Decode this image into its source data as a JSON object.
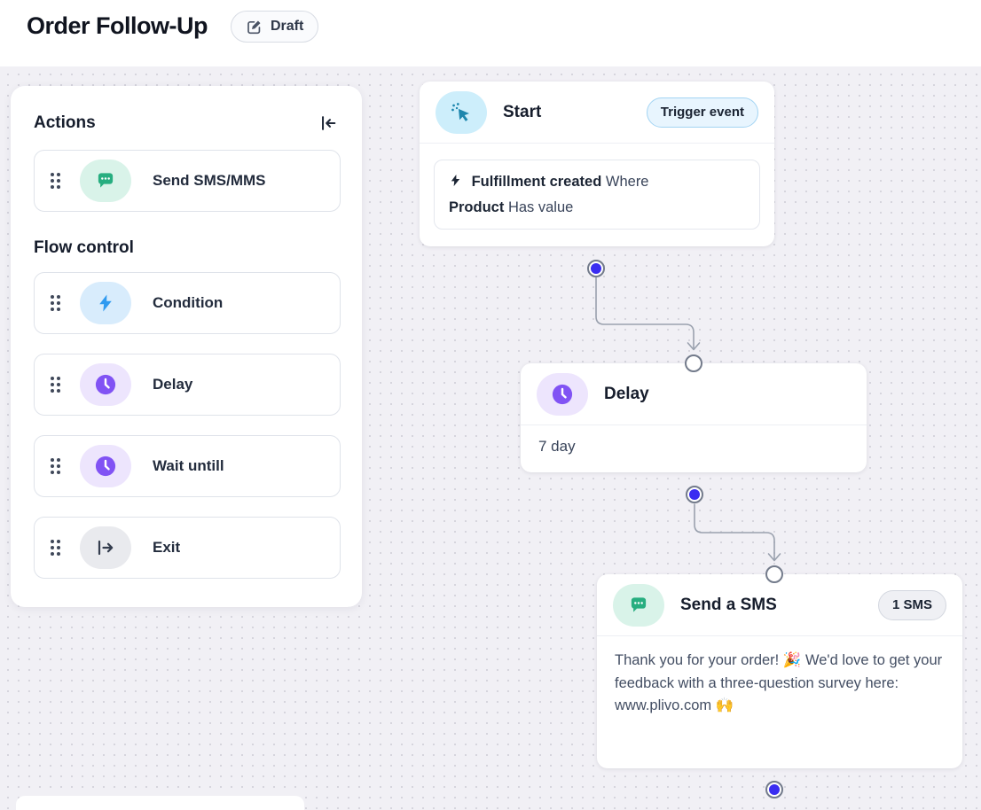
{
  "header": {
    "title": "Order Follow-Up",
    "status_badge": "Draft"
  },
  "sidebar": {
    "title": "Actions",
    "collapse_icon": "collapse-panel-left",
    "groups": [
      {
        "label": "",
        "items": [
          {
            "label": "Send SMS/MMS",
            "icon": "chat-bubble-icon",
            "icon_color": "#27ae80",
            "icon_bg": "#d9f3e9"
          }
        ]
      },
      {
        "label": "Flow control",
        "items": [
          {
            "label": "Condition",
            "icon": "lightning-icon",
            "icon_color": "#2f9af0",
            "icon_bg": "#d8ecfc"
          },
          {
            "label": "Delay",
            "icon": "clock-icon",
            "icon_color": "#8153f4",
            "icon_bg": "#ede5fd"
          },
          {
            "label": "Wait untill",
            "icon": "clock-icon",
            "icon_color": "#8153f4",
            "icon_bg": "#ede5fd"
          },
          {
            "label": "Exit",
            "icon": "exit-arrow-icon",
            "icon_color": "#343d4e",
            "icon_bg": "#e9eaee"
          }
        ]
      }
    ]
  },
  "canvas": {
    "nodes": {
      "start": {
        "title": "Start",
        "badge": "Trigger event",
        "icon": "cursor-click-icon",
        "rule": {
          "event": "Fulfillment created",
          "where_label": "Where",
          "field": "Product",
          "operator": "Has value"
        }
      },
      "delay": {
        "title": "Delay",
        "icon": "clock-icon",
        "body": "7 day"
      },
      "sms": {
        "title": "Send a SMS",
        "badge": "1 SMS",
        "icon": "chat-bubble-icon",
        "body": "Thank you for your order! 🎉 We'd love to get your feedback with a three-question survey here: www.plivo.com 🙌"
      }
    }
  },
  "colors": {
    "canvas_bg": "#f1f0f5",
    "dot_grid": "#d6d5dd",
    "handle_blue": "#3a2df1",
    "edge_gray": "#9aa1ae",
    "green": "#27ae80",
    "green_bg": "#d9f3e9",
    "blue": "#2f9af0",
    "blue_bg": "#d8ecfc",
    "purple": "#8153f4",
    "purple_bg": "#ede5fd",
    "teal": "#1d86ad",
    "teal_bg": "#cdeefb",
    "trigger_badge_bg": "#e8f5fe",
    "trigger_badge_border": "#a3d4f3"
  }
}
